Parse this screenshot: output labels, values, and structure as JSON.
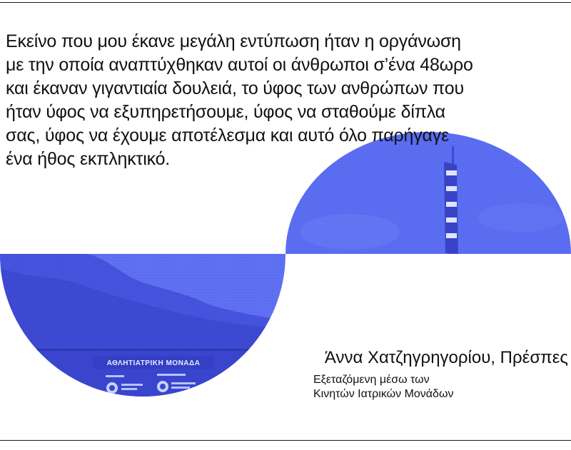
{
  "quote": {
    "lines": [
      "Εκείνο που μου έκανε μεγάλη εντύπωση ήταν η οργάνωση",
      "με την οποία αναπτύχθηκαν αυτοί οι άνθρωποι σ’ένα 48ωρο",
      "και έκαναν γιγαντιαία δουλειά, το ύφος των ανθρώπων που",
      "ήταν ύφος να εξυπηρετήσουμε, ύφος να σταθούμε δίπλα",
      "σας, ύφος να έχουμε αποτέλεσμα και αυτό όλο παρήγαγε",
      "ένα ήθος εκπληκτικό."
    ]
  },
  "author": {
    "name": "Άννα Χατζηγρηγορίου, Πρέσπες",
    "subtitle_line1": "Εξεταζόμενη μέσω των",
    "subtitle_line2": "Κινητών Ιατρικών Μονάδων"
  },
  "photos": {
    "flag_half": {
      "icon": "greek-flag-photo"
    },
    "monada_half": {
      "icon": "mobile-medical-unit-photo",
      "sign_text": "ΑΘΛΗΤΙΑΤΡΙΚΗ ΜΟΝΑΔΑ"
    }
  },
  "colors": {
    "accent_blue": "#5b6ef2",
    "dark_blue": "#3440c4",
    "light_blue": "#8c9bf7",
    "text": "#111111",
    "background": "#ffffff"
  }
}
